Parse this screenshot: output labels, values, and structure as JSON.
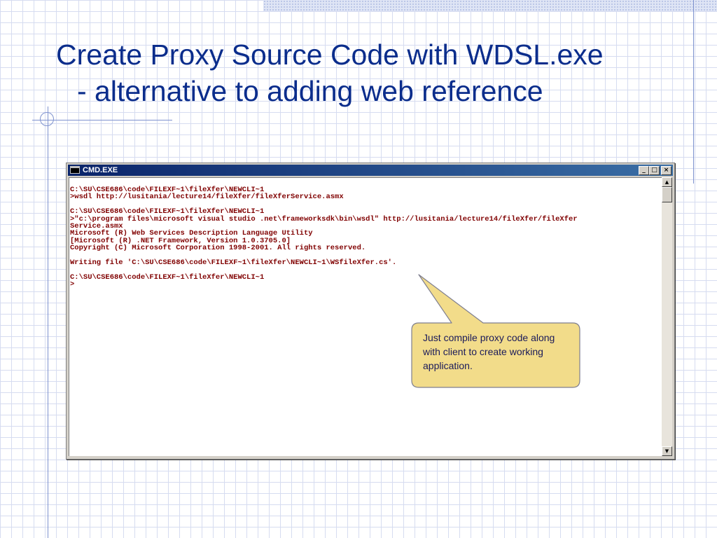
{
  "slide": {
    "title_line1": "Create Proxy Source Code with WDSL.exe",
    "title_line2": "- alternative to adding web reference"
  },
  "window": {
    "title": "CMD.EXE",
    "minimize_label": "_",
    "maximize_label": "□",
    "close_label": "×"
  },
  "console": {
    "lines": [
      "C:\\SU\\CSE686\\code\\FILEXF~1\\fileXfer\\NEWCLI~1",
      ">wsdl http://lusitania/lecture14/fileXfer/fileXferService.asmx",
      "",
      "C:\\SU\\CSE686\\code\\FILEXF~1\\fileXfer\\NEWCLI~1",
      ">\"c:\\program files\\microsoft visual studio .net\\frameworksdk\\bin\\wsdl\" http://lusitania/lecture14/fileXfer/fileXfer",
      "Service.asmx",
      "Microsoft (R) Web Services Description Language Utility",
      "[Microsoft (R) .NET Framework, Version 1.0.3705.0]",
      "Copyright (C) Microsoft Corporation 1998-2001. All rights reserved.",
      "",
      "Writing file 'C:\\SU\\CSE686\\code\\FILEXF~1\\fileXfer\\NEWCLI~1\\WSfileXfer.cs'.",
      "",
      "C:\\SU\\CSE686\\code\\FILEXF~1\\fileXfer\\NEWCLI~1",
      ">"
    ]
  },
  "callout": {
    "text": "Just compile proxy code along with client to create working application."
  },
  "colors": {
    "title": "#0b2d8c",
    "console_text": "#800000",
    "callout_fill": "#f2dc8a",
    "callout_border": "#7f7f8f",
    "titlebar_start": "#0a246a",
    "titlebar_end": "#3a6ea5"
  }
}
